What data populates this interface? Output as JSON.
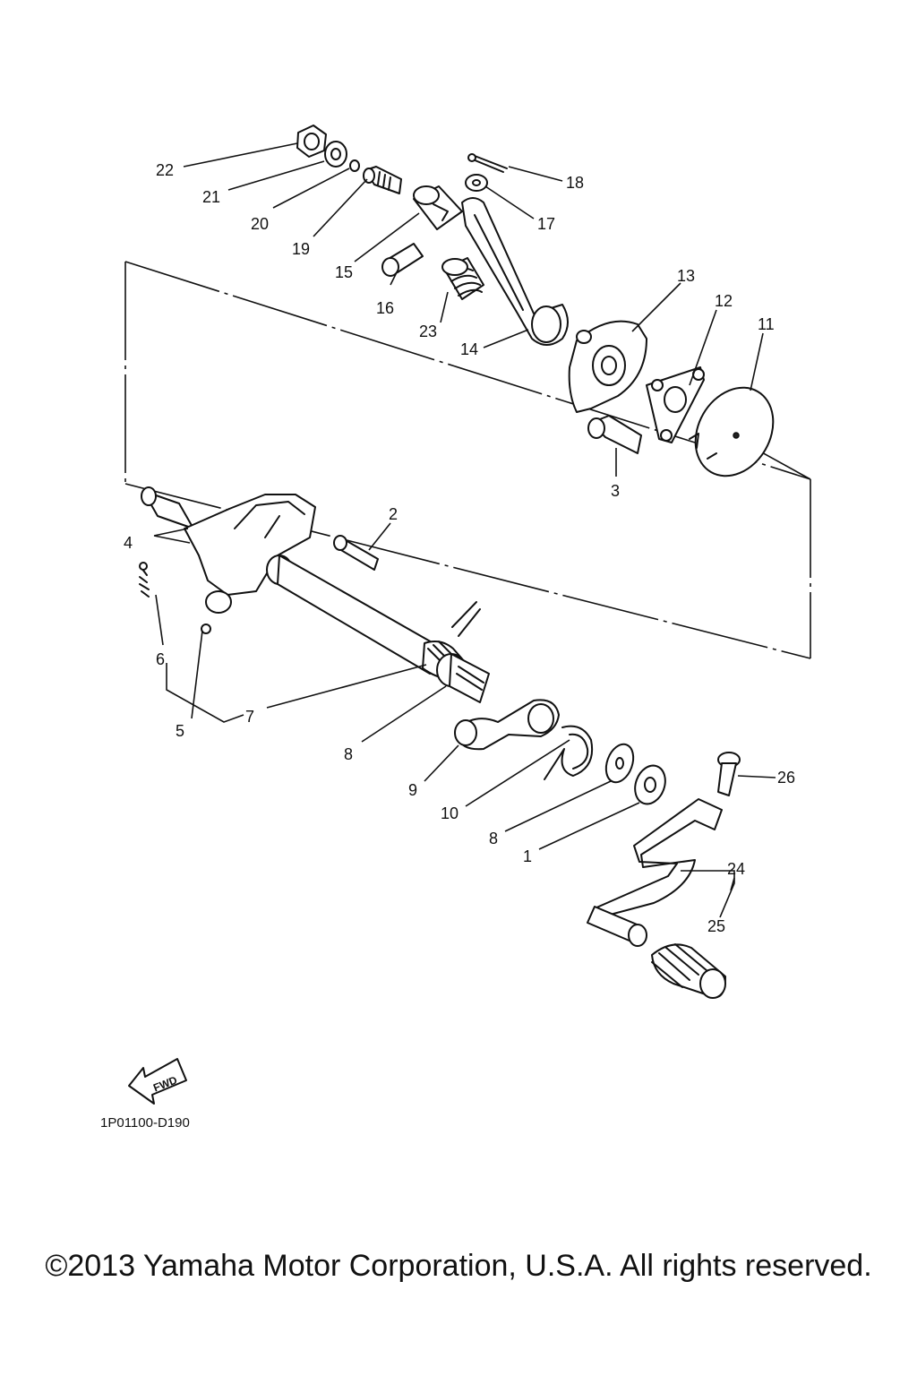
{
  "diagram": {
    "callouts": [
      {
        "id": "c22",
        "label": "22"
      },
      {
        "id": "c21",
        "label": "21"
      },
      {
        "id": "c20",
        "label": "20"
      },
      {
        "id": "c19",
        "label": "19"
      },
      {
        "id": "c15",
        "label": "15"
      },
      {
        "id": "c16",
        "label": "16"
      },
      {
        "id": "c23",
        "label": "23"
      },
      {
        "id": "c14",
        "label": "14"
      },
      {
        "id": "c18",
        "label": "18"
      },
      {
        "id": "c17",
        "label": "17"
      },
      {
        "id": "c13",
        "label": "13"
      },
      {
        "id": "c12",
        "label": "12"
      },
      {
        "id": "c11",
        "label": "11"
      },
      {
        "id": "c3",
        "label": "3"
      },
      {
        "id": "c2",
        "label": "2"
      },
      {
        "id": "c4",
        "label": "4"
      },
      {
        "id": "c6",
        "label": "6"
      },
      {
        "id": "c5",
        "label": "5"
      },
      {
        "id": "c7",
        "label": "7"
      },
      {
        "id": "c8a",
        "label": "8"
      },
      {
        "id": "c9",
        "label": "9"
      },
      {
        "id": "c10",
        "label": "10"
      },
      {
        "id": "c8b",
        "label": "8"
      },
      {
        "id": "c1",
        "label": "1"
      },
      {
        "id": "c26",
        "label": "26"
      },
      {
        "id": "c24",
        "label": "24"
      },
      {
        "id": "c25",
        "label": "25"
      }
    ],
    "fwd_label": "FWD",
    "diagram_code": "1P01100-D190"
  },
  "footer": {
    "copyright": "©2013 Yamaha Motor Corporation, U.S.A. All rights reserved."
  }
}
